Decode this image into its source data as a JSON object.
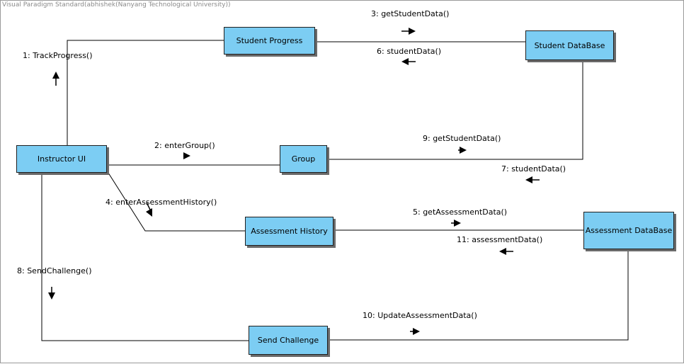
{
  "watermark": "Visual Paradigm Standard(abhishek(Nanyang Technological University))",
  "nodes": {
    "instructor_ui": "Instructor UI",
    "student_progress": "Student Progress",
    "student_database": "Student DataBase",
    "group": "Group",
    "assessment_history": "Assessment History",
    "assessment_database": "Assessment DataBase",
    "send_challenge": "Send Challenge"
  },
  "messages": {
    "m1": "1: TrackProgress()",
    "m2": "2: enterGroup()",
    "m3": "3: getStudentData()",
    "m4": "4: enterAssessmentHistory()",
    "m5": "5: getAssessmentData()",
    "m6": "6: studentData()",
    "m7": "7: studentData()",
    "m8": "8: SendChallenge()",
    "m9": "9: getStudentData()",
    "m10": "10: UpdateAssessmentData()",
    "m11": "11: assessmentData()"
  },
  "colors": {
    "node_fill": "#7ccdf3",
    "line": "#000000"
  }
}
